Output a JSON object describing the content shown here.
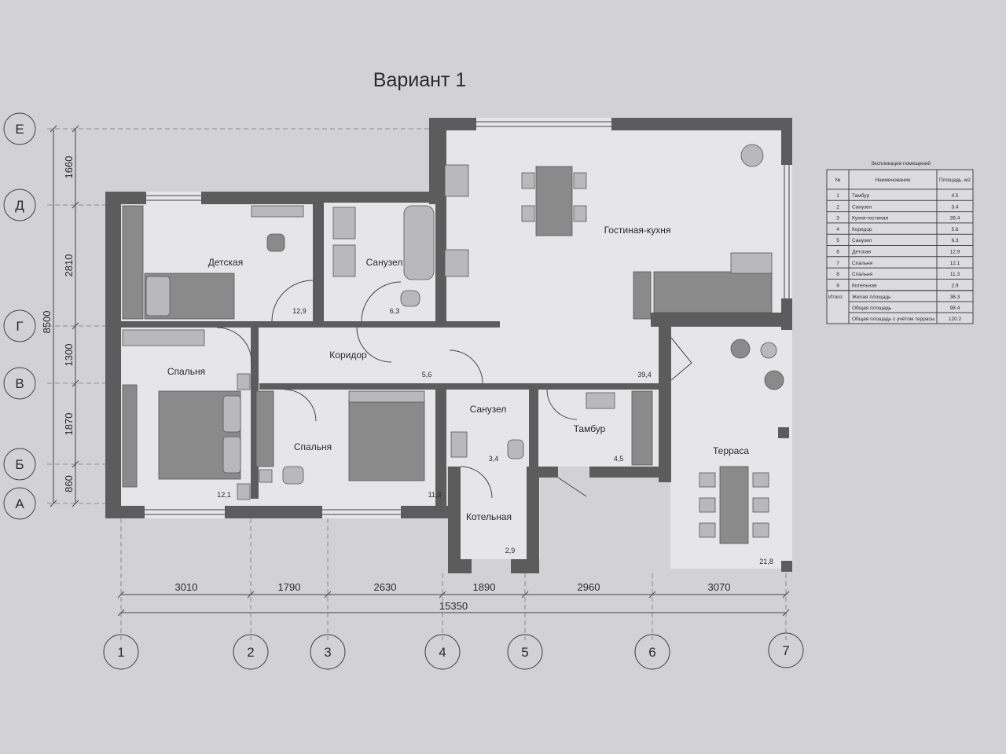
{
  "title": "Вариант 1",
  "rooms": {
    "living_kitchen": {
      "label": "Гостиная-кухня",
      "area": "39,4"
    },
    "children": {
      "label": "Детская",
      "area": "12,9"
    },
    "bath_top": {
      "label": "Санузел",
      "area": "6,3"
    },
    "corridor": {
      "label": "Коридор",
      "area": "5,6"
    },
    "bedroom_left": {
      "label": "Спальня",
      "area": "12,1"
    },
    "bedroom_mid": {
      "label": "Спальня",
      "area": "11,3"
    },
    "bath_mid": {
      "label": "Санузел",
      "area": "3,4"
    },
    "vestibule": {
      "label": "Тамбур",
      "area": "4,5"
    },
    "boiler": {
      "label": "Котельная",
      "area": "2,9"
    },
    "terrace": {
      "label": "Терраса",
      "area": "21,8"
    }
  },
  "dimensions": {
    "horizontal": [
      "3010",
      "1790",
      "2630",
      "1890",
      "2960",
      "3070"
    ],
    "horizontal_total": "15350",
    "vertical": [
      "1660",
      "2810",
      "1300",
      "1870",
      "860"
    ],
    "vertical_total": "8500"
  },
  "axes": {
    "numbers": [
      "1",
      "2",
      "3",
      "4",
      "5",
      "6",
      "7"
    ],
    "letters": [
      "Е",
      "Д",
      "Г",
      "В",
      "Б",
      "А"
    ]
  },
  "schedule": {
    "title": "Экспликация помещений",
    "headers": [
      "№",
      "Наименование",
      "Площадь, м2"
    ],
    "rows": [
      [
        "1",
        "Тамбур",
        "4.5"
      ],
      [
        "2",
        "Санузел",
        "3.4"
      ],
      [
        "3",
        "Кухня-гостиная",
        "39.4"
      ],
      [
        "4",
        "Коридор",
        "5.6"
      ],
      [
        "5",
        "Санузел",
        "6.3"
      ],
      [
        "6",
        "Детская",
        "12.9"
      ],
      [
        "7",
        "Спальня",
        "12.1"
      ],
      [
        "8",
        "Спальня",
        "11.3"
      ],
      [
        "9",
        "Котельная",
        "2.9"
      ]
    ],
    "totals": [
      [
        "Итого:",
        "Жилая площадь",
        "36.3"
      ],
      [
        "",
        "Общая площадь",
        "98.4"
      ],
      [
        "",
        "Общая площадь с учётом террасы",
        "120.2"
      ]
    ]
  }
}
